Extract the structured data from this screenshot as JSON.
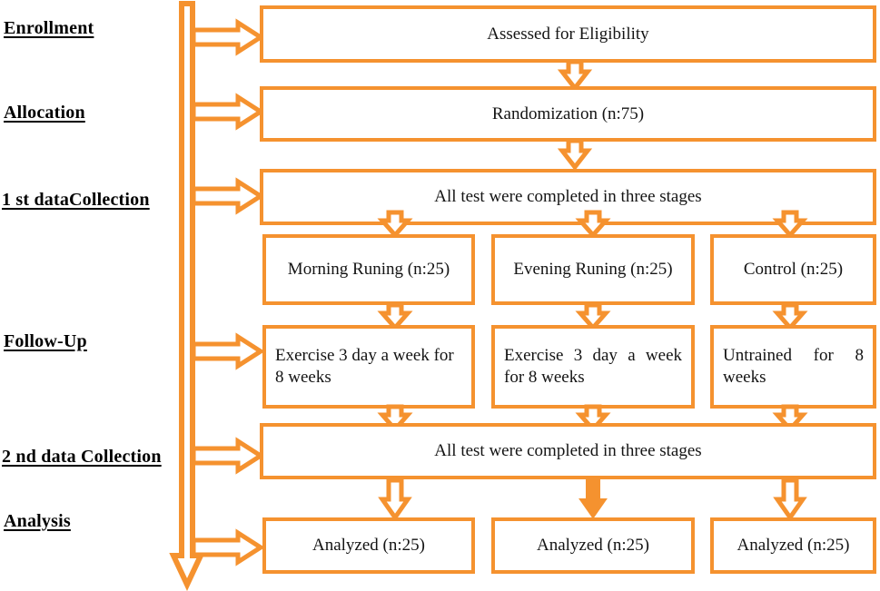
{
  "figure": {
    "type": "consort-flow-diagram",
    "accent_color": "#F5922F",
    "text_color": "#141414",
    "background": "#ffffff"
  },
  "stages": [
    {
      "id": "enrollment",
      "label": "Enrollment"
    },
    {
      "id": "allocation",
      "label": "Allocation"
    },
    {
      "id": "data1",
      "label": "1 st dataCollection"
    },
    {
      "id": "followup",
      "label": "Follow-Up"
    },
    {
      "id": "data2",
      "label": "2 nd data Collection"
    },
    {
      "id": "analysis",
      "label": "Analysis"
    }
  ],
  "nodes": {
    "assessed": {
      "text": "Assessed for Eligibility"
    },
    "randomization": {
      "text": "Randomization (n:75)"
    },
    "tests_first": {
      "text": "All test were completed in three stages"
    },
    "group_morning": {
      "text": "Morning Runing  (n:25)"
    },
    "group_evening": {
      "text": "Evening Runing (n:25)"
    },
    "group_control": {
      "text": "Control (n:25)"
    },
    "interv_morning": {
      "text": "Exercise 3 day a week for 8 weeks"
    },
    "interv_evening": {
      "text": "Exercise 3 day a week for 8 weeks"
    },
    "interv_control": {
      "text": "Untrained for 8 weeks"
    },
    "tests_second": {
      "text": "All test were completed in three stages"
    },
    "analyzed_morning": {
      "text": "Analyzed (n:25)"
    },
    "analyzed_evening": {
      "text": "Analyzed (n:25)"
    },
    "analyzed_control": {
      "text": "Analyzed (n:25)"
    }
  },
  "icons": {
    "spine": "down-block-arrow-icon",
    "stage_pointer": "right-block-arrow-icon",
    "flow_connector": "down-block-arrow-icon"
  }
}
